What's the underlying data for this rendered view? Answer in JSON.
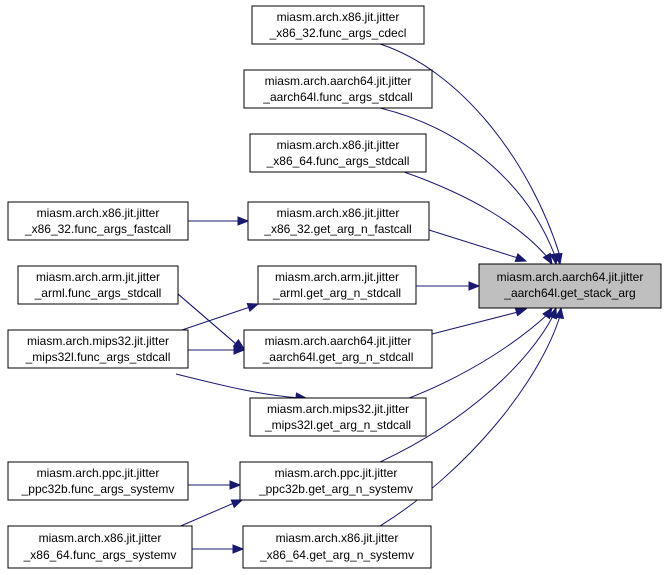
{
  "graph": {
    "nodes": {
      "target": {
        "line1": "miasm.arch.aarch64.jit.jitter",
        "line2": "_aarch64l.get_stack_arg"
      },
      "n_x86_32_cdecl": {
        "line1": "miasm.arch.x86.jit.jitter",
        "line2": "_x86_32.func_args_cdecl"
      },
      "n_aarch64_func_stdcall": {
        "line1": "miasm.arch.aarch64.jit.jitter",
        "line2": "_aarch64l.func_args_stdcall"
      },
      "n_x86_64_stdcall": {
        "line1": "miasm.arch.x86.jit.jitter",
        "line2": "_x86_64.func_args_stdcall"
      },
      "n_x86_32_get_fastcall": {
        "line1": "miasm.arch.x86.jit.jitter",
        "line2": "_x86_32.get_arg_n_fastcall"
      },
      "n_x86_32_fastcall": {
        "line1": "miasm.arch.x86.jit.jitter",
        "line2": "_x86_32.func_args_fastcall"
      },
      "n_arm_get_stdcall": {
        "line1": "miasm.arch.arm.jit.jitter",
        "line2": "_arml.get_arg_n_stdcall"
      },
      "n_arm_func_stdcall": {
        "line1": "miasm.arch.arm.jit.jitter",
        "line2": "_arml.func_args_stdcall"
      },
      "n_aarch64_get_stdcall": {
        "line1": "miasm.arch.aarch64.jit.jitter",
        "line2": "_aarch64l.get_arg_n_stdcall"
      },
      "n_mips_func_stdcall": {
        "line1": "miasm.arch.mips32.jit.jitter",
        "line2": "_mips32l.func_args_stdcall"
      },
      "n_mips_get_stdcall": {
        "line1": "miasm.arch.mips32.jit.jitter",
        "line2": "_mips32l.get_arg_n_stdcall"
      },
      "n_ppc_get_systemv": {
        "line1": "miasm.arch.ppc.jit.jitter",
        "line2": "_ppc32b.get_arg_n_systemv"
      },
      "n_ppc_func_systemv": {
        "line1": "miasm.arch.ppc.jit.jitter",
        "line2": "_ppc32b.func_args_systemv"
      },
      "n_x86_64_get_systemv": {
        "line1": "miasm.arch.x86.jit.jitter",
        "line2": "_x86_64.get_arg_n_systemv"
      },
      "n_x86_64_func_systemv": {
        "line1": "miasm.arch.x86.jit.jitter",
        "line2": "_x86_64.func_args_systemv"
      }
    },
    "edges": [
      [
        "n_x86_32_cdecl",
        "target"
      ],
      [
        "n_aarch64_func_stdcall",
        "target"
      ],
      [
        "n_x86_64_stdcall",
        "target"
      ],
      [
        "n_x86_32_get_fastcall",
        "target"
      ],
      [
        "n_arm_get_stdcall",
        "target"
      ],
      [
        "n_aarch64_get_stdcall",
        "target"
      ],
      [
        "n_mips_get_stdcall",
        "target"
      ],
      [
        "n_ppc_get_systemv",
        "target"
      ],
      [
        "n_x86_64_get_systemv",
        "target"
      ],
      [
        "n_x86_32_fastcall",
        "n_x86_32_get_fastcall"
      ],
      [
        "n_arm_func_stdcall",
        "n_arm_get_stdcall"
      ],
      [
        "n_arm_func_stdcall",
        "n_aarch64_get_stdcall"
      ],
      [
        "n_mips_func_stdcall",
        "n_arm_get_stdcall"
      ],
      [
        "n_mips_func_stdcall",
        "n_aarch64_get_stdcall"
      ],
      [
        "n_mips_func_stdcall",
        "n_mips_get_stdcall"
      ],
      [
        "n_ppc_func_systemv",
        "n_ppc_get_systemv"
      ],
      [
        "n_x86_64_func_systemv",
        "n_ppc_get_systemv"
      ],
      [
        "n_x86_64_func_systemv",
        "n_x86_64_get_systemv"
      ]
    ],
    "colors": {
      "edge": "#191970",
      "target_fill": "#bfbfbf",
      "node_fill": "#ffffff",
      "node_border": "#000000"
    }
  }
}
